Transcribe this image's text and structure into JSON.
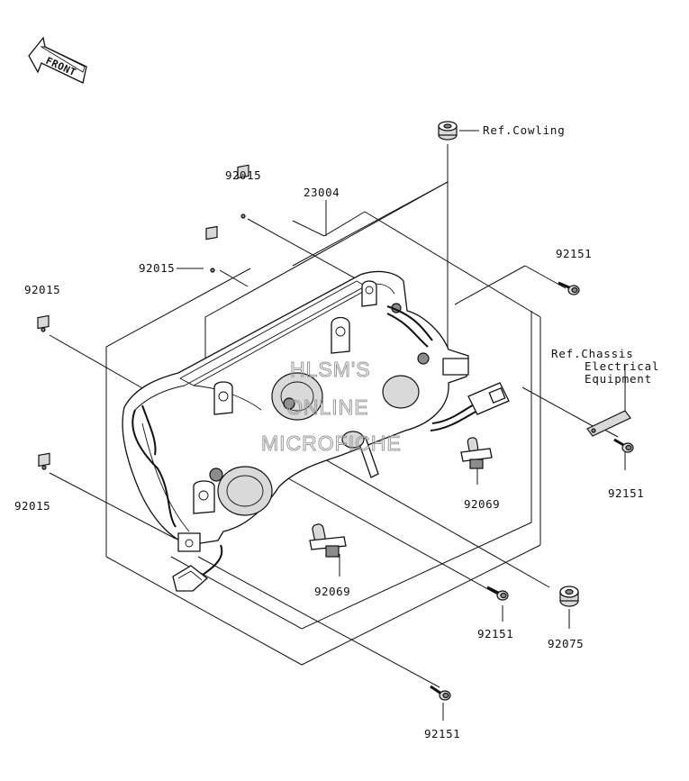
{
  "front_arrow": {
    "label": "FRONT"
  },
  "references": {
    "cowling": "Ref.Cowling",
    "chassis_line1": "Ref.Chassis",
    "chassis_line2": "Electrical",
    "chassis_line3": "Equipment"
  },
  "part_numbers": {
    "headlight_assy": "23004",
    "nut_top": "92015",
    "nut_upper_mid": "92015",
    "nut_left": "92015",
    "nut_lower_left": "92015",
    "bolt_top_right": "92151",
    "bolt_right": "92151",
    "bolt_center_bottom": "92151",
    "bolt_bottom": "92151",
    "bulb_right": "92069",
    "bulb_left": "92069",
    "grommet": "92075"
  },
  "watermark": {
    "line1": "HLSM'S",
    "line2": "ONLINE",
    "line3": "MICROFICHE"
  }
}
